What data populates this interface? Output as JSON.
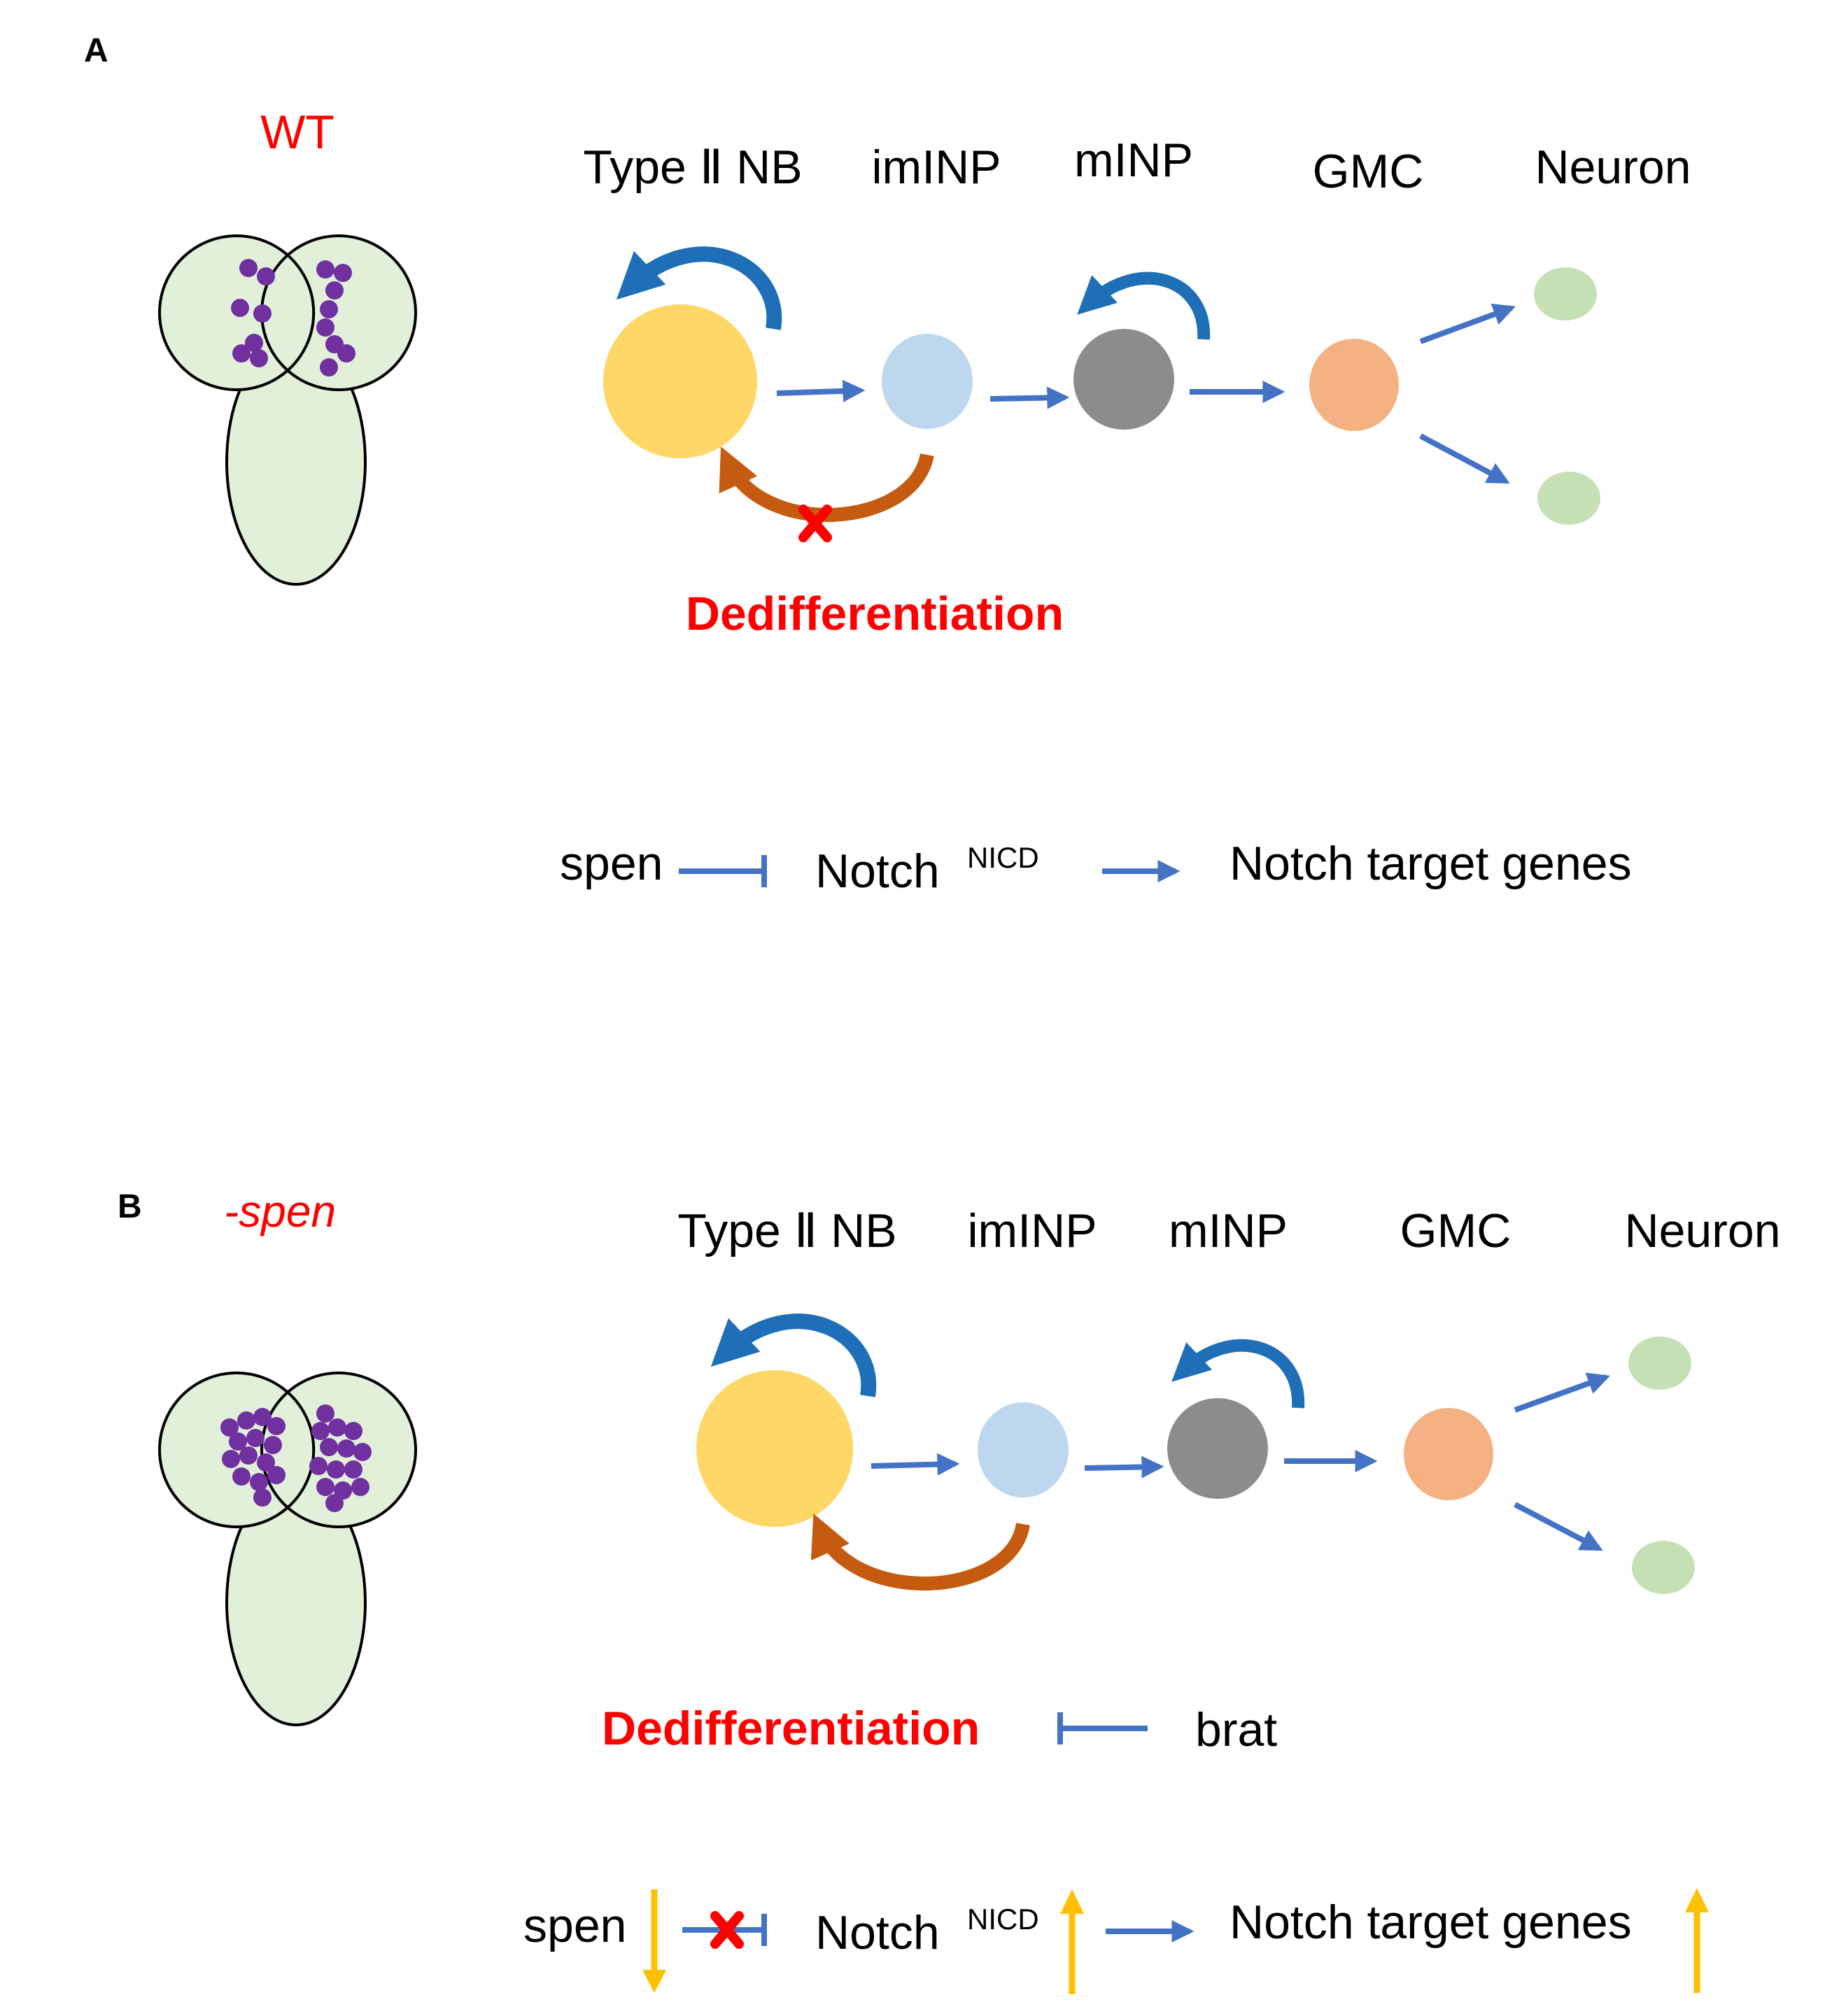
{
  "colors": {
    "nb": "#fed766",
    "iminp": "#bdd7ee",
    "minp": "#8c8c8c",
    "gmc": "#f4b183",
    "neuron": "#c5e0b4",
    "brain": "#e2efd9",
    "dot": "#7030a0",
    "arrow": "#4472c4",
    "self_renewal": "#1e6fb8",
    "dediff_arrow": "#c55a11",
    "red": "#ff0000",
    "up_down": "#ffc000"
  },
  "panel_a": {
    "label": "A",
    "condition": "WT",
    "cells": {
      "nb": "Type Ⅱ NB",
      "iminp": "imINP",
      "minp": "mINP",
      "gmc": "GMC",
      "neuron": "Neuron"
    },
    "dedifferentiation": "Dedifferentiation",
    "pathway": {
      "spen": "spen",
      "notch": "Notch",
      "notch_sup": "NICD",
      "targets": "Notch target genes"
    }
  },
  "panel_b": {
    "label": "B",
    "condition": "-spen",
    "cells": {
      "nb": "Type Ⅱ NB",
      "iminp": "imINP",
      "minp": "mINP",
      "gmc": "GMC",
      "neuron": "Neuron"
    },
    "dedifferentiation": "Dedifferentiation",
    "brat": "brat",
    "pathway": {
      "spen": "spen",
      "notch": "Notch",
      "notch_sup": "NICD",
      "targets": "Notch target genes"
    }
  }
}
